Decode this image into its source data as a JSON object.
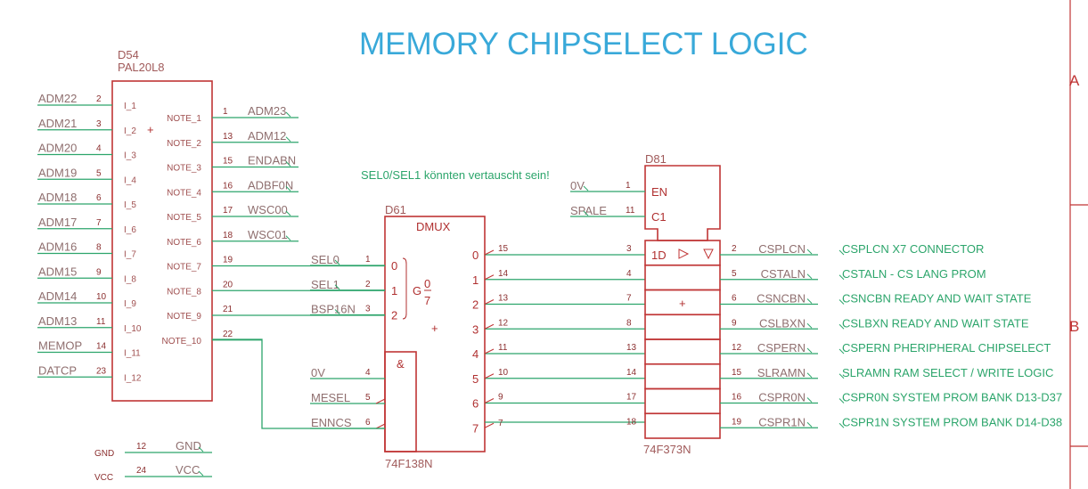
{
  "title": "MEMORY CHIPSELECT LOGIC",
  "note": "SEL0/SEL1 könnten vertauscht sein!",
  "frame": {
    "row_a": "A",
    "row_b": "B"
  },
  "colors": {
    "net": "#2ca56b",
    "part": "#c03535",
    "title": "#39a9d9"
  },
  "d54": {
    "name": "D54",
    "type": "PAL20L8",
    "inputs": [
      {
        "net": "ADM22",
        "num": "2",
        "label": "I_1"
      },
      {
        "net": "ADM21",
        "num": "3",
        "label": "I_2"
      },
      {
        "net": "ADM20",
        "num": "4",
        "label": "I_3"
      },
      {
        "net": "ADM19",
        "num": "5",
        "label": "I_4"
      },
      {
        "net": "ADM18",
        "num": "6",
        "label": "I_5"
      },
      {
        "net": "ADM17",
        "num": "7",
        "label": "I_6"
      },
      {
        "net": "ADM16",
        "num": "8",
        "label": "I_7"
      },
      {
        "net": "ADM15",
        "num": "9",
        "label": "I_8"
      },
      {
        "net": "ADM14",
        "num": "10",
        "label": "I_9"
      },
      {
        "net": "ADM13",
        "num": "11",
        "label": "I_10"
      },
      {
        "net": "MEMOP",
        "num": "14",
        "label": "I_11"
      },
      {
        "net": "DATCP",
        "num": "23",
        "label": "I_12"
      }
    ],
    "outputs": [
      {
        "label": "NOTE_1",
        "num": "1",
        "net": "ADM23"
      },
      {
        "label": "NOTE_2",
        "num": "13",
        "net": "ADM12"
      },
      {
        "label": "NOTE_3",
        "num": "15",
        "net": "ENDABN"
      },
      {
        "label": "NOTE_4",
        "num": "16",
        "net": "ADBF0N"
      },
      {
        "label": "NOTE_5",
        "num": "17",
        "net": "WSC00"
      },
      {
        "label": "NOTE_6",
        "num": "18",
        "net": "WSC01"
      },
      {
        "label": "NOTE_7",
        "num": "19",
        "net": ""
      },
      {
        "label": "NOTE_8",
        "num": "20",
        "net": ""
      },
      {
        "label": "NOTE_9",
        "num": "21",
        "net": ""
      },
      {
        "label": "NOTE_10",
        "num": "22",
        "net": ""
      }
    ],
    "power": [
      {
        "pin": "GND",
        "num": "12",
        "net": "GND"
      },
      {
        "pin": "VCC",
        "num": "24",
        "net": "VCC"
      }
    ],
    "plus": "+"
  },
  "d61": {
    "name": "D61",
    "type": "74F138N",
    "header": "DMUX",
    "sel_inputs": [
      {
        "net": "SEL0",
        "num": "1",
        "idx": "0"
      },
      {
        "net": "SEL1",
        "num": "2",
        "idx": "1"
      },
      {
        "net": "BSP16N",
        "num": "3",
        "idx": "2"
      }
    ],
    "g_label": "G",
    "g_top": "0",
    "g_bot": "7",
    "enable_symbol": "&",
    "enables": [
      {
        "net": "0V",
        "num": "4"
      },
      {
        "net": "MESEL",
        "num": "5"
      },
      {
        "net": "ENNCS",
        "num": "6"
      }
    ],
    "outputs": [
      {
        "idx": "0",
        "num": "15"
      },
      {
        "idx": "1",
        "num": "14"
      },
      {
        "idx": "2",
        "num": "13"
      },
      {
        "idx": "3",
        "num": "12"
      },
      {
        "idx": "4",
        "num": "11"
      },
      {
        "idx": "5",
        "num": "10"
      },
      {
        "idx": "6",
        "num": "9"
      },
      {
        "idx": "7",
        "num": "7"
      }
    ],
    "plus": "+"
  },
  "d81": {
    "name": "D81",
    "type": "74F373N",
    "ctrl": [
      {
        "net": "0V",
        "num": "1",
        "label": "EN"
      },
      {
        "net": "SPALE",
        "num": "11",
        "label": "C1"
      }
    ],
    "first_cell": "1D",
    "in_pins": [
      "3",
      "4",
      "7",
      "8",
      "13",
      "14",
      "17",
      "18"
    ],
    "outputs": [
      {
        "num": "2",
        "net": "CSPLCN",
        "desc": "CSPLCN X7 CONNECTOR"
      },
      {
        "num": "5",
        "net": "CSTALN",
        "desc": "CSTALN - CS LANG PROM"
      },
      {
        "num": "6",
        "net": "CSNCBN",
        "desc": "CSNCBN READY AND WAIT STATE"
      },
      {
        "num": "9",
        "net": "CSLBXN",
        "desc": "CSLBXN READY AND WAIT STATE"
      },
      {
        "num": "12",
        "net": "CSPERN",
        "desc": "CSPERN PHERIPHERAL CHIPSELECT"
      },
      {
        "num": "15",
        "net": "SLRAMN",
        "desc": "SLRAMN RAM SELECT / WRITE LOGIC"
      },
      {
        "num": "16",
        "net": "CSPR0N",
        "desc": "CSPR0N SYSTEM PROM BANK D13-D37"
      },
      {
        "num": "19",
        "net": "CSPR1N",
        "desc": "CSPR1N SYSTEM PROM BANK D14-D38"
      }
    ],
    "plus": "+"
  }
}
